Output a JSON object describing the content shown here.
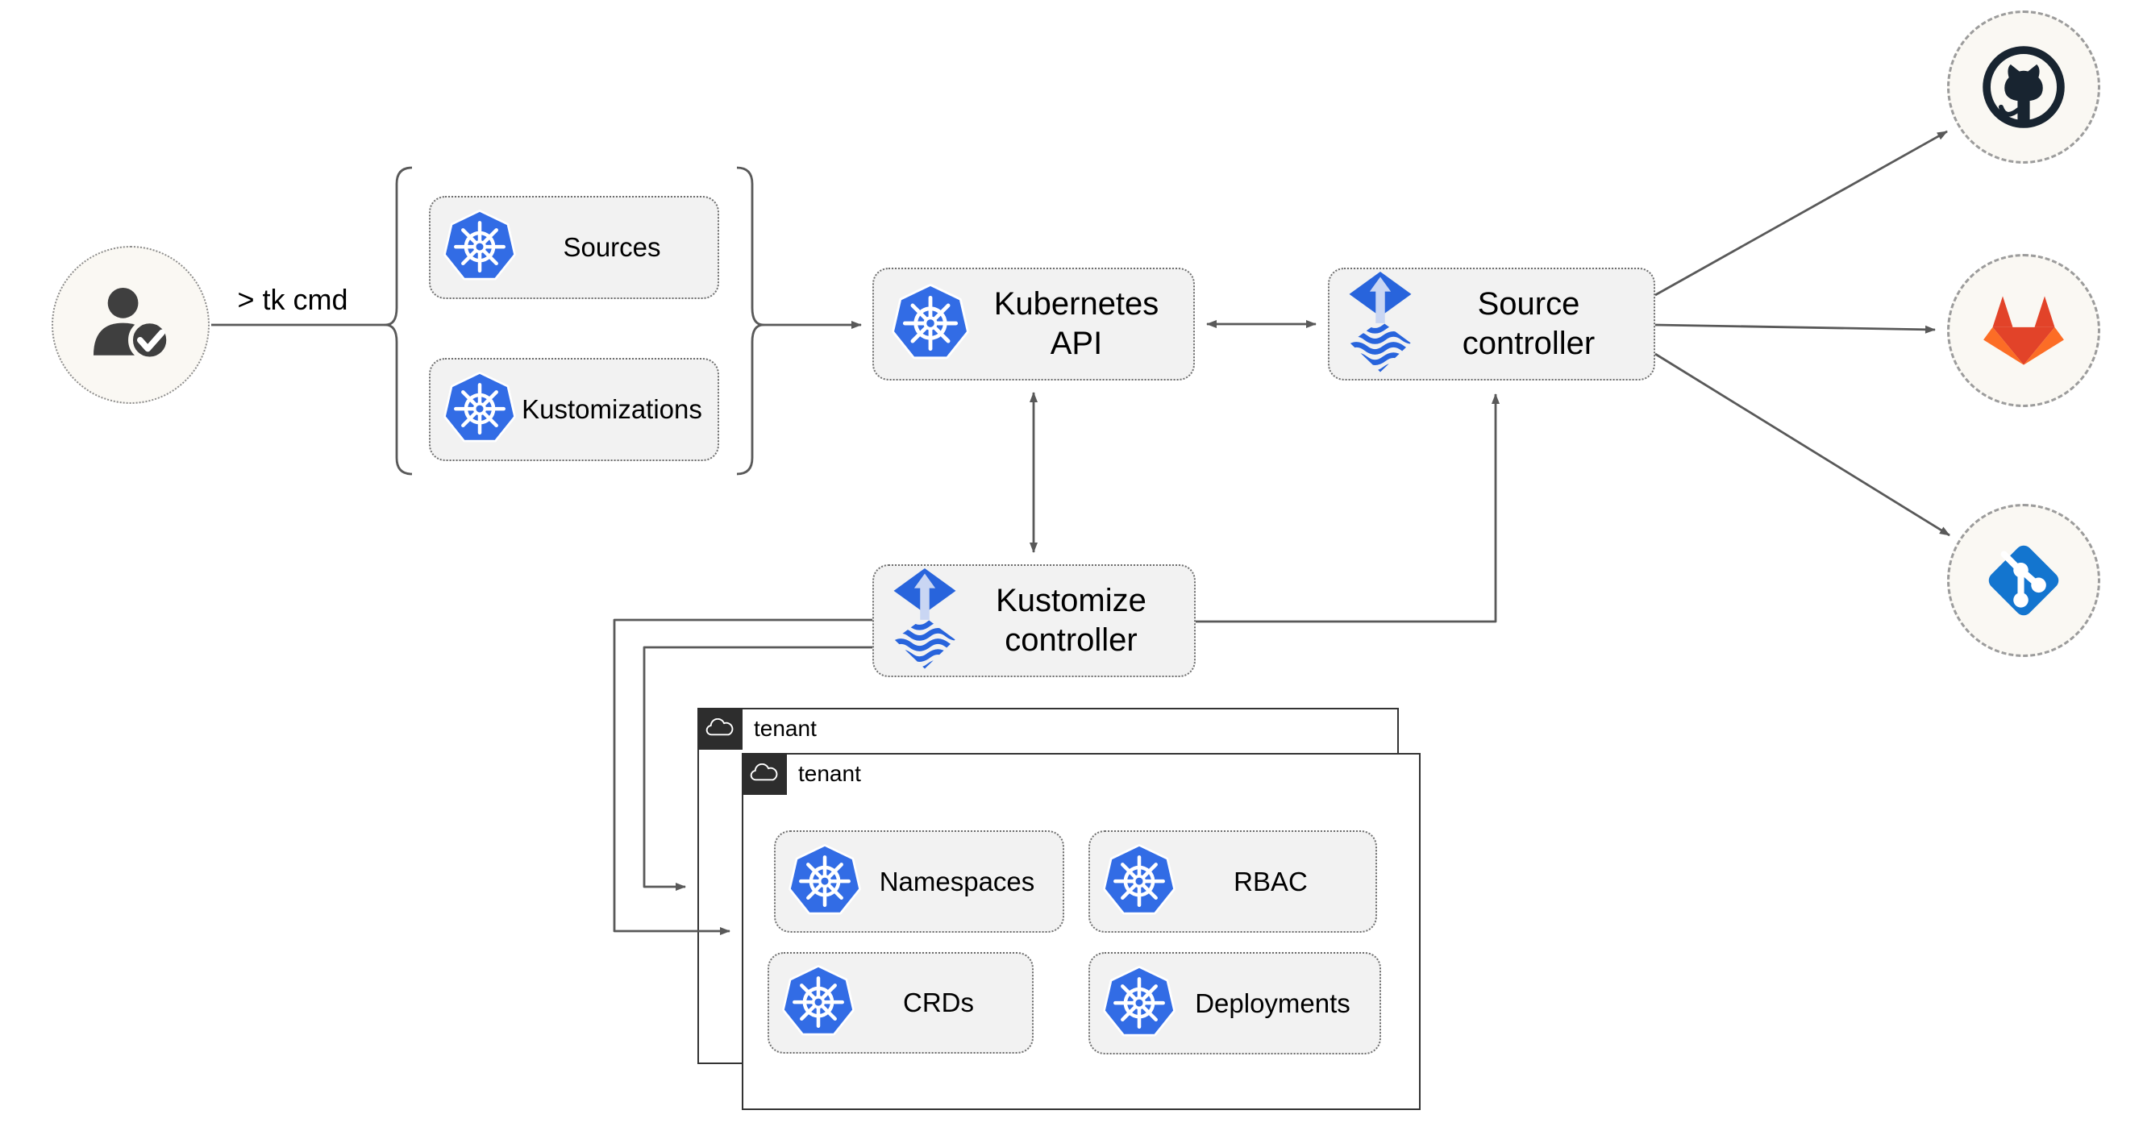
{
  "actor": {
    "icon": "user-check-icon",
    "command_label": "> tk cmd"
  },
  "cli_group": {
    "sources": {
      "icon": "kubernetes-icon",
      "label": "Sources"
    },
    "kustomizations": {
      "icon": "kubernetes-icon",
      "label": "Kustomizations"
    }
  },
  "cluster": {
    "kubernetes_api": {
      "icon": "kubernetes-icon",
      "label": "Kubernetes API"
    },
    "source_controller": {
      "icon": "flux-icon",
      "label": "Source controller"
    },
    "kustomize_controller": {
      "icon": "flux-icon",
      "label": "Kustomize controller"
    }
  },
  "tenants": {
    "outer": {
      "icon": "cloud-icon",
      "label": "tenant"
    },
    "inner": {
      "icon": "cloud-icon",
      "label": "tenant",
      "resources": [
        {
          "icon": "kubernetes-icon",
          "label": "Namespaces"
        },
        {
          "icon": "kubernetes-icon",
          "label": "RBAC"
        },
        {
          "icon": "kubernetes-icon",
          "label": "CRDs"
        },
        {
          "icon": "kubernetes-icon",
          "label": "Deployments"
        }
      ]
    }
  },
  "git_providers": [
    {
      "icon": "github-icon"
    },
    {
      "icon": "gitlab-icon"
    },
    {
      "icon": "git-icon"
    }
  ],
  "palette": {
    "node_fill": "#f2f2f2",
    "node_border": "#6e6e6e",
    "connector": "#595959",
    "tenant_border": "#333333",
    "tenant_tab_bg": "#2d2d2d",
    "circle_fill": "#faf8f3",
    "kubernetes_blue": "#326ce5",
    "flux_blue": "#2864dc",
    "flux_light": "#c9d6f3",
    "github_dark": "#182430",
    "gitlab_red": "#e24329",
    "gitlab_orange": "#fc6d26",
    "git_blue": "#1375cf"
  }
}
